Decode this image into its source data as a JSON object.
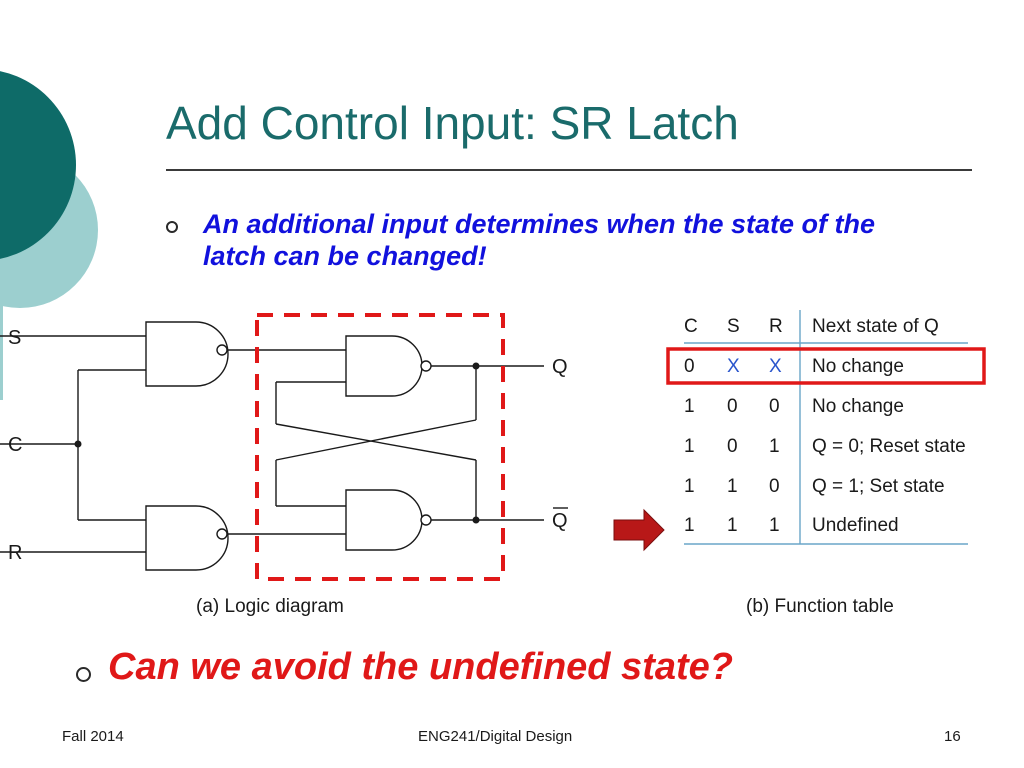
{
  "slide": {
    "title": "Add Control Input: SR Latch",
    "bullets": [
      "An additional input determines when the state of the latch can be changed!",
      "Can we avoid the undefined state?"
    ]
  },
  "diagram": {
    "inputs": [
      "S",
      "C",
      "R"
    ],
    "outputs": [
      "Q",
      "Q"
    ],
    "caption": "(a) Logic diagram"
  },
  "function_table": {
    "headers": [
      "C",
      "S",
      "R",
      "Next state of Q"
    ],
    "rows": [
      [
        "0",
        "X",
        "X",
        "No change"
      ],
      [
        "1",
        "0",
        "0",
        "No change"
      ],
      [
        "1",
        "0",
        "1",
        "Q = 0; Reset state"
      ],
      [
        "1",
        "1",
        "0",
        "Q = 1; Set state"
      ],
      [
        "1",
        "1",
        "1",
        "Undefined"
      ]
    ],
    "caption": "(b) Function table"
  },
  "footer": {
    "left": "Fall 2014",
    "center": "ENG241/Digital Design",
    "right": "16"
  },
  "colors": {
    "title": "#1a6b6b",
    "bullet1": "#1111dd",
    "bullet2": "#e01818",
    "highlight": "#e01818",
    "teal_dark": "#0e6b68",
    "teal_light": "#9ccfcf",
    "x_value": "#2a55cc",
    "arrow": "#b81818"
  }
}
